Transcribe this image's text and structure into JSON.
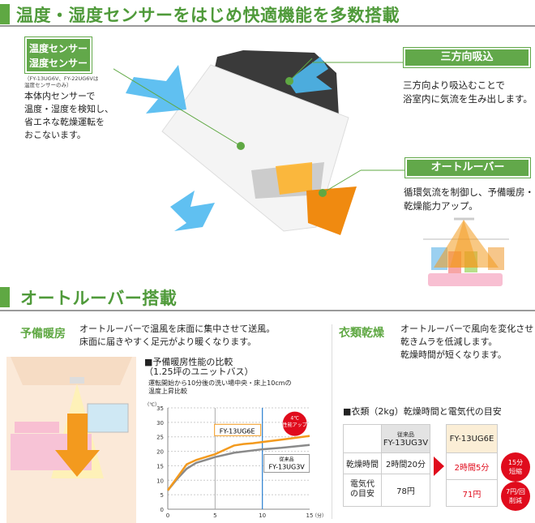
{
  "section1": {
    "title": "温度・湿度センサーをはじめ快適機能を多数搭載",
    "sensor": {
      "label_line1": "温度センサー",
      "label_line2": "湿度センサー",
      "note_line1": "（FY-13UG6V、FY-22UG6Vは",
      "note_line2": "温度センサーのみ）",
      "desc": [
        "本体内センサーで",
        "温度・湿度を検知し、",
        "省エネな乾燥運転を",
        "おこないます。"
      ]
    },
    "intake": {
      "label": "三方向吸込",
      "desc": [
        "三方向より吸込むことで",
        "浴室内に気流を生み出します。"
      ]
    },
    "louver": {
      "label": "オートルーバー",
      "desc": [
        "循環気流を制御し、予備暖房・",
        "乾燥能力アップ。"
      ]
    }
  },
  "section2": {
    "title": "オートルーバー搭載",
    "heating": {
      "label": "予備暖房",
      "desc": [
        "オートルーバーで温風を床面に集中させて送風。",
        "床面に届きやすく足元がより暖くなります。"
      ]
    },
    "drying": {
      "label": "衣類乾燥",
      "desc": [
        "オートルーバーで風向を変化させ",
        "乾きムラを低減します。",
        "乾燥時間が短くなります。"
      ]
    }
  },
  "chart_data": {
    "type": "line",
    "title": "■予備暖房性能の比較",
    "title_line2": "（1.25坪のユニットバス）",
    "subtitle_line1": "運転開始から10分後の洗い場中央・床上10cmの",
    "subtitle_line2": "温度上昇比較",
    "ylabel": "（℃）",
    "xlabel": "（分）",
    "xlim": [
      0,
      15
    ],
    "ylim": [
      0,
      35
    ],
    "xticks": [
      0,
      5,
      10,
      15
    ],
    "yticks": [
      0,
      5,
      10,
      15,
      20,
      25,
      30,
      35
    ],
    "series": [
      {
        "name": "FY-13UG6E",
        "color": "#f39a1e",
        "x": [
          0,
          1,
          2,
          3,
          4,
          5,
          6,
          7,
          8,
          9,
          10,
          12,
          15
        ],
        "y": [
          6.5,
          11,
          15.5,
          17,
          18,
          19,
          20.5,
          22,
          22.5,
          22.8,
          23.2,
          24,
          25.3
        ]
      },
      {
        "name": "FY-13UG3V",
        "name_prefix": "従来品",
        "color": "#8a8a8a",
        "x": [
          0,
          1,
          2,
          3,
          4,
          5,
          7,
          10,
          12,
          15
        ],
        "y": [
          6.5,
          10.5,
          14,
          16,
          17,
          18,
          19.5,
          20.7,
          21.2,
          22.2
        ]
      }
    ],
    "annotation": {
      "line1": "4℃",
      "line2": "性能アップ",
      "x": 10
    }
  },
  "dry_table": {
    "title": "■衣類（2kg）乾燥時間と電気代の目安",
    "old": {
      "prefix": "従来品",
      "model": "FY-13UG3V",
      "time": "2時間20分",
      "cost": "78円"
    },
    "new": {
      "model": "FY-13UG6E",
      "time": "2時間5分",
      "cost": "71円"
    },
    "rows": [
      "乾燥時間",
      "電気代の目安"
    ],
    "badges": [
      {
        "l1": "15分",
        "l2": "短縮"
      },
      {
        "l1": "7円/回",
        "l2": "削減"
      }
    ]
  },
  "colors": {
    "green": "#5fa843",
    "orange": "#f39a1e",
    "red": "#e00b1c",
    "blue": "#3aa8e8"
  }
}
